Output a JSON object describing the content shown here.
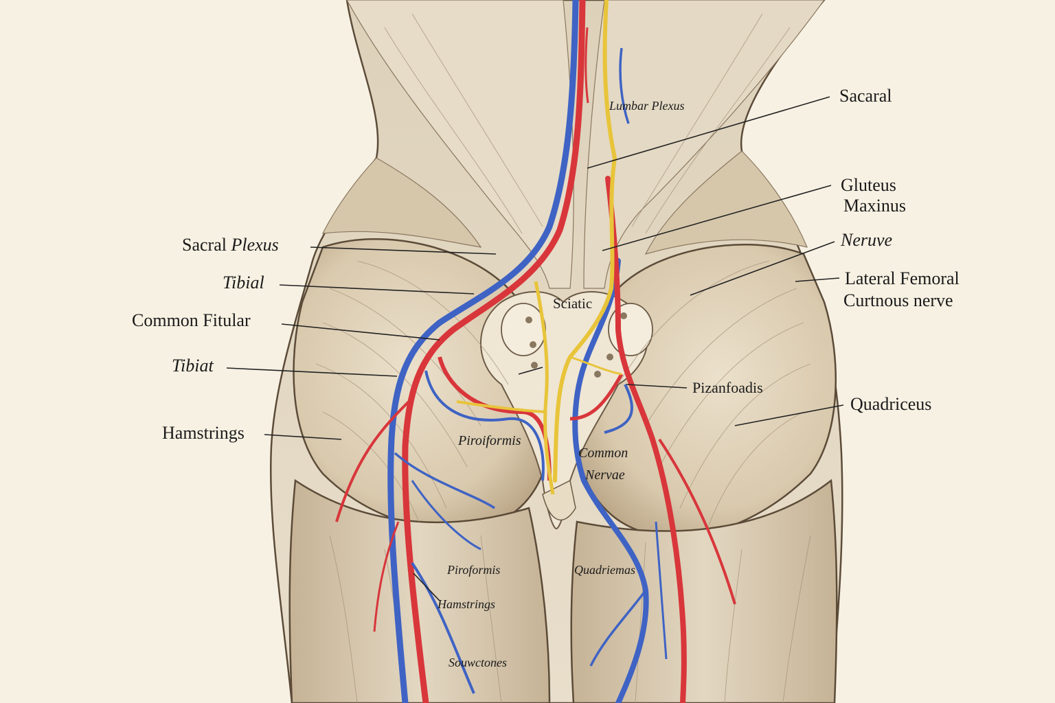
{
  "colors": {
    "background": "#f7f1e3",
    "muscle": "#e2d6c0",
    "muscle_shadow": "#b7a387",
    "outline": "#5b4b38",
    "artery": "#d8363b",
    "vein": "#3f63c4",
    "nerve": "#e8c43a",
    "leader": "#222222"
  },
  "labels": {
    "sacaral": "Sacaral",
    "gluteus_line1": "Gluteus",
    "gluteus_line2": "Maxinus",
    "neruve": "Neruve",
    "lateral_line1": "Lateral Femoral",
    "lateral_line2": "Curtnous nerve",
    "quadriceus": "Quadriceus",
    "sacral_plexus": "Sacral Plexus",
    "tibial": "Tibial",
    "common_fitular": "Common Fitular",
    "tibiat": "Tibiat",
    "hamstrings": "Hamstrings",
    "lumbar_plexus": "Lumbar Plexus",
    "sciatic": "Sciatic",
    "pizanfoadis": "Pizanfoadis",
    "piroiformis": "Piroiformis",
    "common_line1": "Common",
    "common_line2": "Nervae",
    "piroformis_lower": "Piroformis",
    "quadriemas": "Quadriemas",
    "hamstrings_lower": "Hamstrings",
    "souwctones": "Souwctones"
  }
}
